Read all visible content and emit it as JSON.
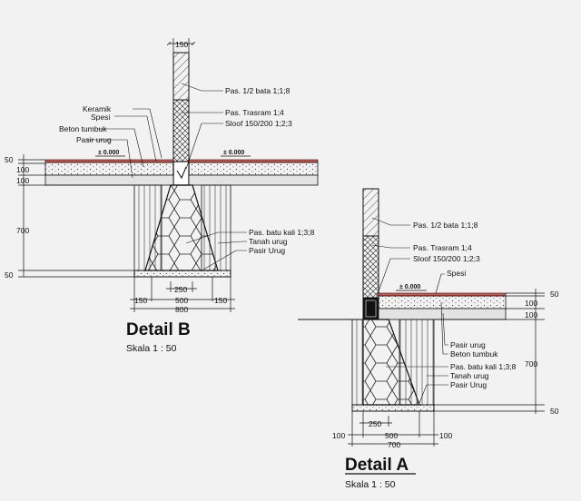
{
  "detail_b": {
    "title": "Detail B",
    "scale": "Skala  1  : 50",
    "labels": {
      "pas_bata": "Pas. 1/2 bata 1;1;8",
      "pas_trasram": "Pas. Trasram 1;4",
      "sloof": "Sloof 150/200 1;2;3",
      "keramik": "Keramik",
      "spesi": "Spesi",
      "beton_tumbuk": "Beton tumbuk",
      "pasir_urug": "Pasir urug",
      "pas_batu_kali": "Pas. batu kali 1;3;8",
      "tanah_urug": "Tanah urug",
      "pasir_urug_bottom": "Pasir Urug",
      "level_left": "± 0.000",
      "level_right": "± 0.000"
    },
    "dims": {
      "wall_width": "150",
      "h50": "50",
      "h100a": "100",
      "h100b": "100",
      "h700": "700",
      "h50_bottom": "50",
      "w250": "250",
      "w150_left": "150",
      "w500": "500",
      "w150_right": "150",
      "w800": "800"
    }
  },
  "detail_a": {
    "title": "Detail A",
    "scale": "Skala  1  : 50",
    "labels": {
      "pas_bata": "Pas. 1/2 bata 1;1;8",
      "pas_trasram": "Pas. Trasram 1;4",
      "sloof": "Sloof 150/200 1;2;3",
      "spesi": "Spesi",
      "level": "± 0.000",
      "pasir_urug": "Pasir urug",
      "beton_tumbuk": "Beton tumbuk",
      "pas_batu_kali": "Pas. batu kali 1;3;8",
      "tanah_urug": "Tanah urug",
      "pasir_urug_bottom": "Pasir Urug"
    },
    "dims": {
      "h50": "50",
      "h100a": "100",
      "h100b": "100",
      "h700": "700",
      "h50_bottom": "50",
      "w250": "250",
      "w100_left": "100",
      "w500": "500",
      "w100_right": "100",
      "w700": "700"
    }
  },
  "colors": {
    "line": "#111111",
    "ceramic": "#d9534f",
    "paper": "#f2f2f2"
  }
}
